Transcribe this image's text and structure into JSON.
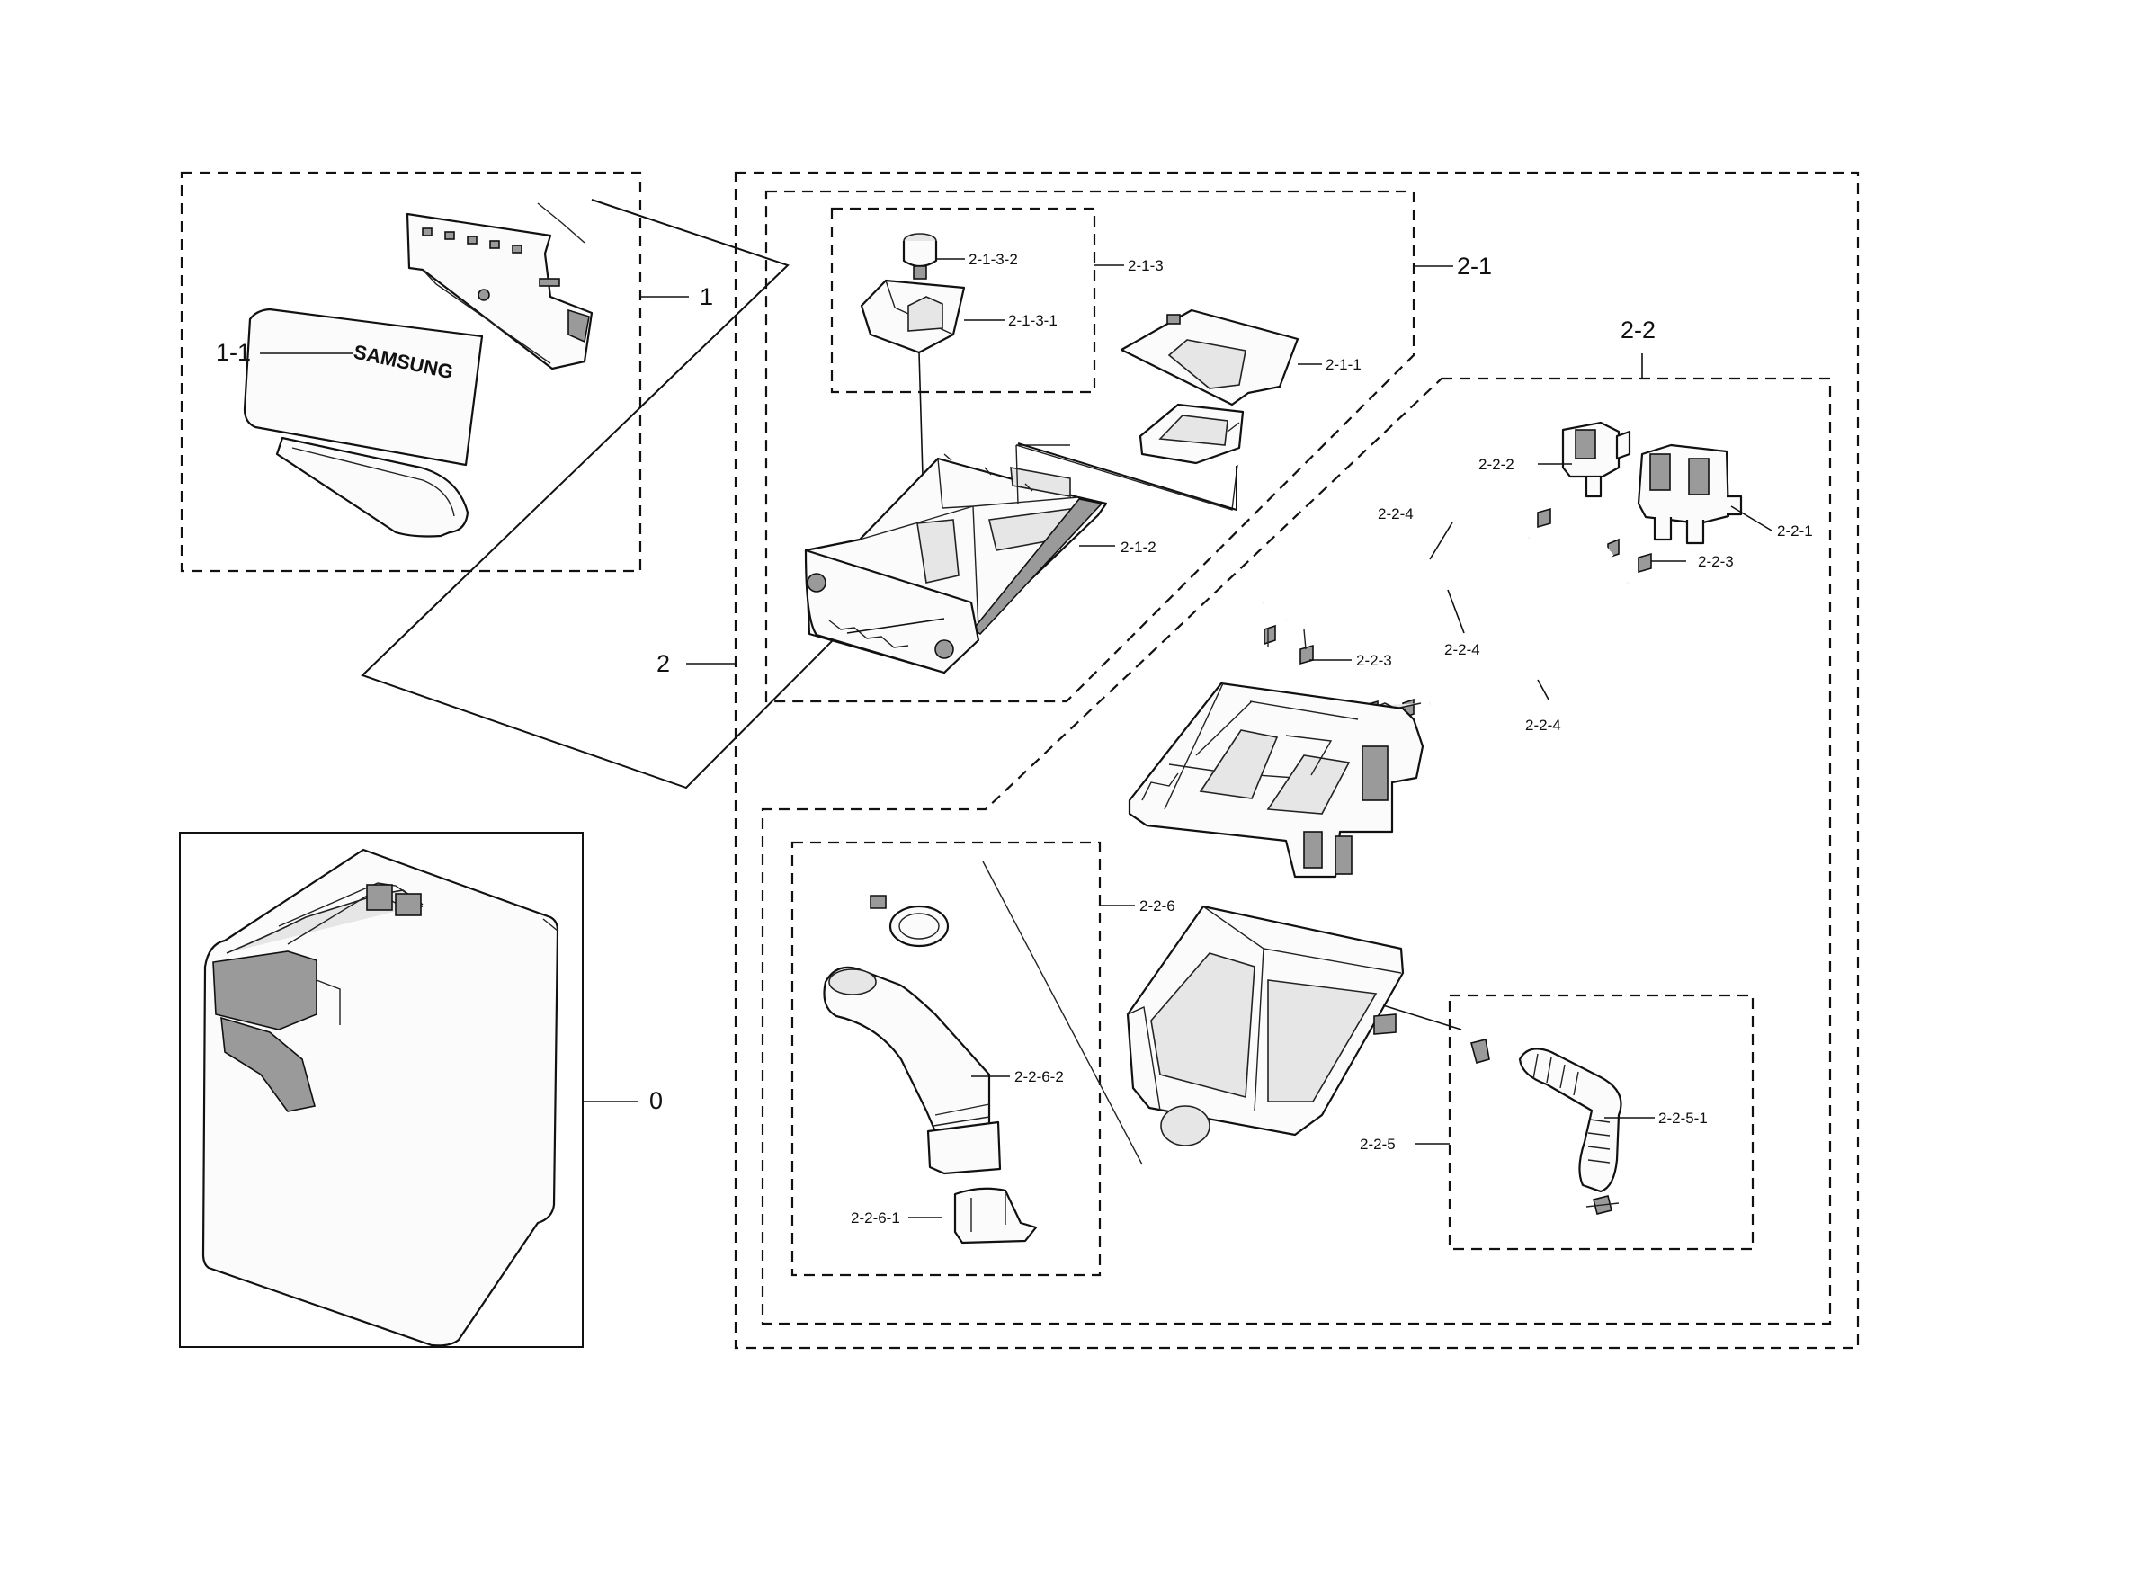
{
  "labels": {
    "l0": "0",
    "l1": "1",
    "l1_1": "1-1",
    "l2": "2",
    "l2_1": "2-1",
    "l2_1_1": "2-1-1",
    "l2_1_2": "2-1-2",
    "l2_1_3": "2-1-3",
    "l2_1_3_1": "2-1-3-1",
    "l2_1_3_2": "2-1-3-2",
    "l2_2": "2-2",
    "l2_2_1": "2-2-1",
    "l2_2_2": "2-2-2",
    "l2_2_3a": "2-2-3",
    "l2_2_3b": "2-2-3",
    "l2_2_4a": "2-2-4",
    "l2_2_4b": "2-2-4",
    "l2_2_4c": "2-2-4",
    "l2_2_5": "2-2-5",
    "l2_2_5_1": "2-2-5-1",
    "l2_2_6": "2-2-6",
    "l2_2_6_1": "2-2-6-1",
    "l2_2_6_2": "2-2-6-2"
  },
  "brand_text": "SAMSUNG",
  "colors": {
    "line": "#111111",
    "background": "#ffffff",
    "part_fill": "#fbfbfb",
    "shade": "#9a9a9a"
  }
}
